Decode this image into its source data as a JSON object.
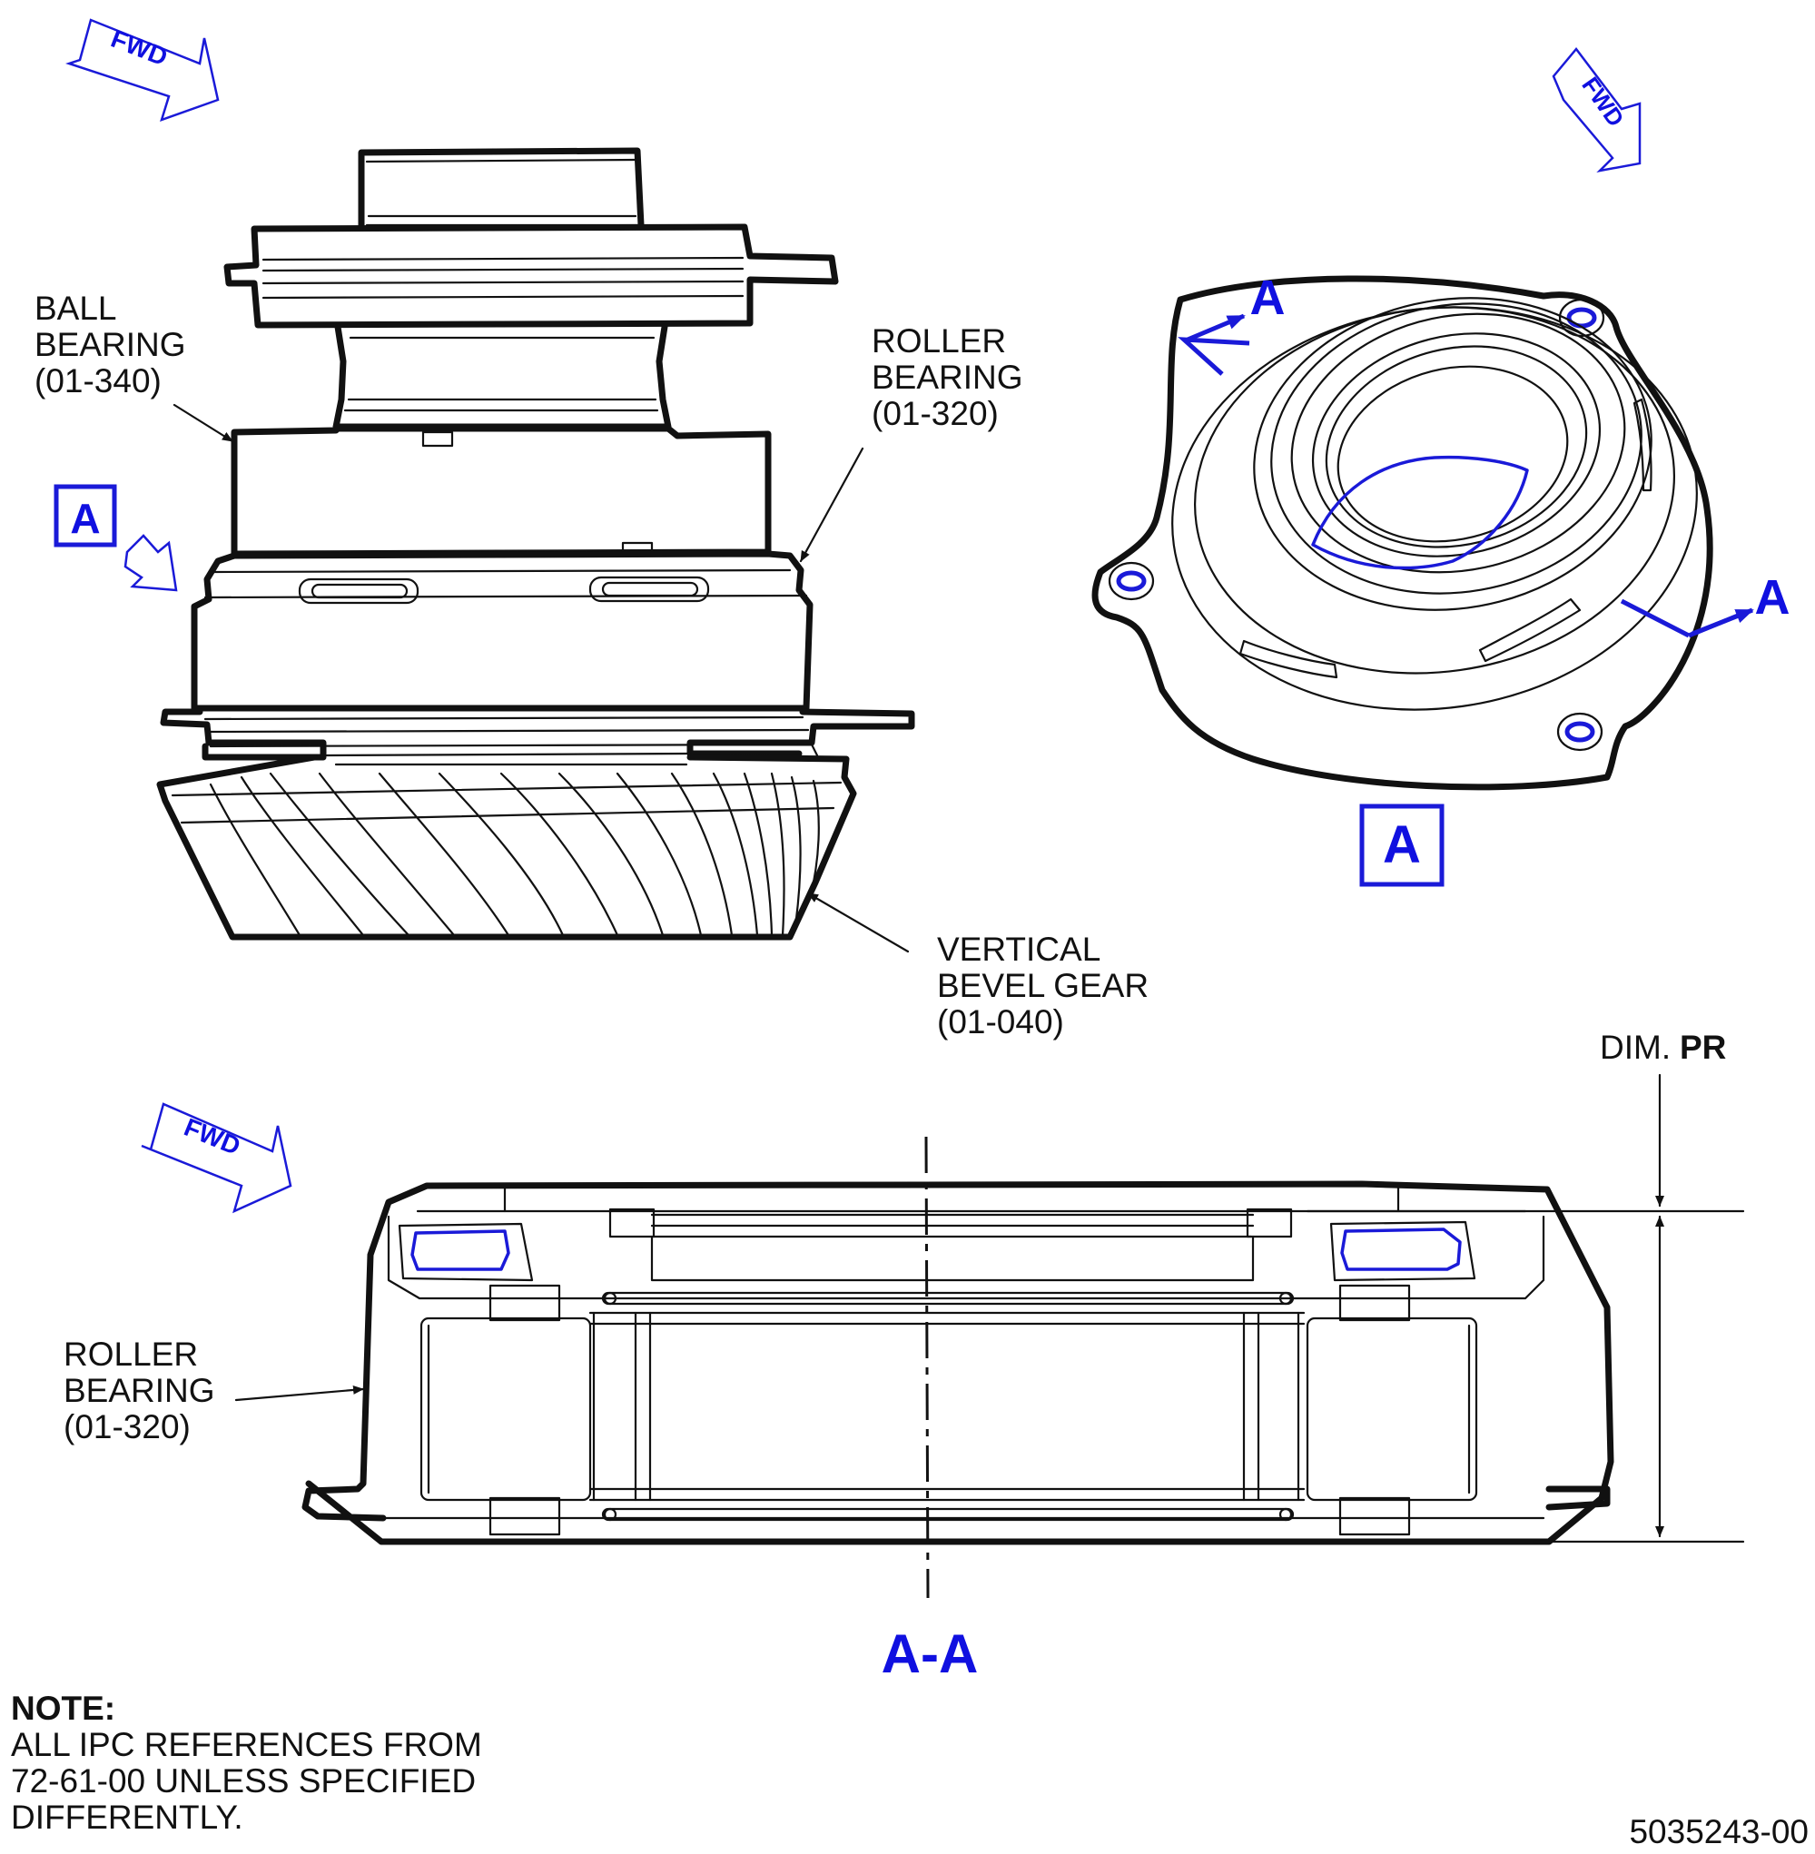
{
  "fwd_label": "FWD",
  "view_letter": "A",
  "section_title": "A-A",
  "callouts": {
    "ball_bearing": [
      "BALL",
      "BEARING",
      "(01-340)"
    ],
    "roller_bearing_top": [
      "ROLLER",
      "BEARING",
      "(01-320)"
    ],
    "vertical_bevel_gear": [
      "VERTICAL",
      "BEVEL GEAR",
      "(01-040)"
    ],
    "roller_bearing_section": [
      "ROLLER",
      "BEARING",
      "(01-320)"
    ]
  },
  "dimension": {
    "prefix": "DIM.",
    "name": "PR"
  },
  "note": {
    "heading": "NOTE:",
    "lines": [
      "ALL IPC REFERENCES FROM",
      "72-61-00 UNLESS SPECIFIED",
      "DIFFERENTLY."
    ]
  },
  "figure_id": "5035243-00",
  "colors": {
    "line": "#111111",
    "accent": "#1a1ad8"
  }
}
